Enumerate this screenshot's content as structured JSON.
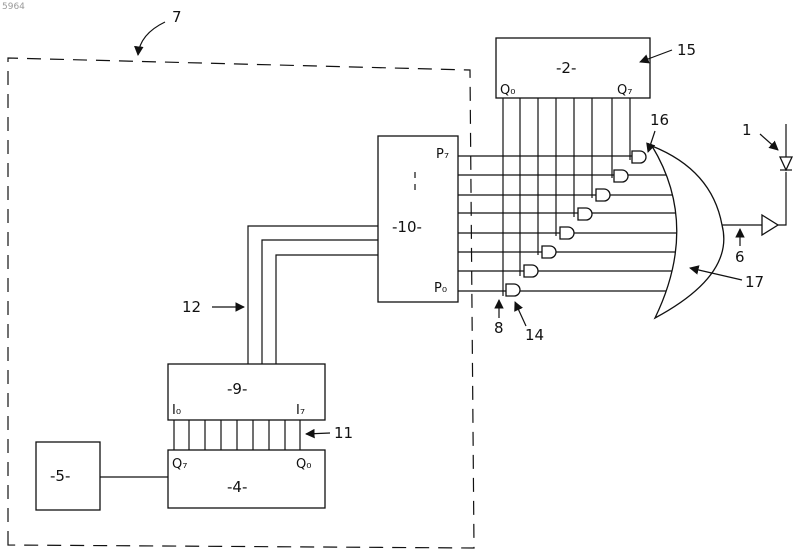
{
  "watermark": "5964",
  "blocks": {
    "b2": "-2-",
    "b4": "-4-",
    "b5": "-5-",
    "b9": "-9-",
    "b10": "-10-"
  },
  "pins": {
    "q0_top": "Q₀",
    "q7_top": "Q₇",
    "p7": "P₇",
    "p0": "P₀",
    "i0": "I₀",
    "i7": "I₇",
    "q7_bottom": "Q₇",
    "q0_bottom": "Q₀"
  },
  "refs": {
    "r1": "1",
    "r6": "6",
    "r7": "7",
    "r8": "8",
    "r11": "11",
    "r12": "12",
    "r14": "14",
    "r15": "15",
    "r16": "16",
    "r17": "17"
  }
}
